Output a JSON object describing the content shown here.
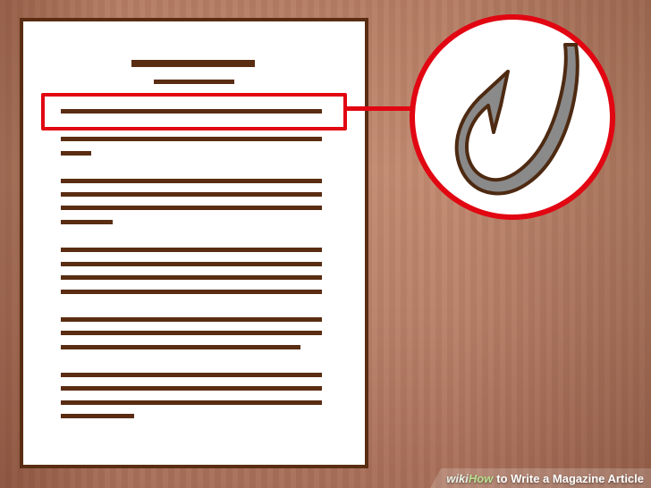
{
  "watermark": {
    "brand_wiki": "wiki",
    "brand_how": "How",
    "article_title": "to Write a Magazine Article"
  },
  "colors": {
    "paper_border": "#5a2d12",
    "highlight": "#e10612",
    "background_wood": "#b57c63",
    "hook_fill": "#8a8a8a"
  },
  "icons": {
    "magnified_item": "fishhook-icon"
  }
}
